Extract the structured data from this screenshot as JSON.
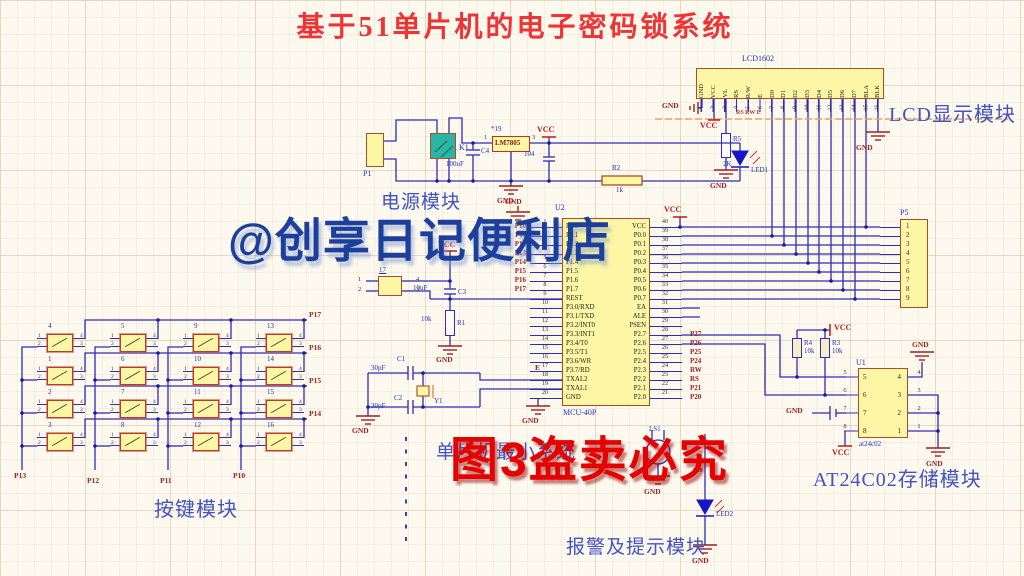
{
  "title": "基于51单片机的电子密码锁系统",
  "watermark": "@创享日记便利店",
  "stamp": "图3盗卖必究",
  "colors": {
    "background": "#fdf9ef",
    "wire": "#2d2db6",
    "component_fill": "#fdf6a4",
    "component_border": "#a84f28",
    "net_label": "#9e2121",
    "power_red": "#c41616",
    "ref_blue": "#2330c0",
    "module_label_blue": "#4253c4",
    "title_red": "#ee3434",
    "watermark_blue": "#1c3f9b",
    "stamp_red": "#e60000",
    "relay_teal": "#2cb5a5",
    "led_blue": "#1616c8",
    "orange_line": "#f2a25c"
  },
  "lcd": {
    "ref": "LCD1602",
    "label": "LCD显示模块",
    "pin_names": [
      "GND",
      "VCC",
      "VL",
      "RS",
      "R/W",
      "E",
      "D0",
      "D1",
      "D2",
      "D3",
      "D4",
      "D5",
      "D6",
      "D7",
      "BLA",
      "BLK"
    ],
    "pin_numbers": [
      "1",
      "2",
      "3",
      "4",
      "5",
      "6",
      "7",
      "8",
      "9",
      "10",
      "11",
      "12",
      "13",
      "14",
      "15",
      "16"
    ],
    "gnd_left": "GND",
    "vcc": "VCC",
    "r5": "R5",
    "r5_val": "2K",
    "gnd_r5": "GND",
    "gnd_right": "GND",
    "ctrl_nets": "RS RW E"
  },
  "p5": {
    "ref": "P5",
    "pins": [
      "1",
      "2",
      "3",
      "4",
      "5",
      "6",
      "7",
      "8",
      "9"
    ]
  },
  "power": {
    "label": "电源模块",
    "p1": "P1",
    "k1": "K1",
    "c4": "C4",
    "c4_val": "100uF",
    "reg": "LM7805",
    "reg_note": "*19",
    "pin_in": "1",
    "pin_out": "3",
    "vcc": "VCC",
    "c5_val": "104",
    "gnd": "GND",
    "r2": "R2",
    "r2_val": "1k",
    "led1": "LED1"
  },
  "reset": {
    "sw_num": "17",
    "p1": "1",
    "p2": "2",
    "p4": "4",
    "p3": "3",
    "vcc": "VCC",
    "c3": "C3",
    "c3_val": "10uF",
    "r1": "R1",
    "r1_val": "10k",
    "gnd": "GND"
  },
  "crystal": {
    "c1": "C1",
    "c1_val": "30pF",
    "c2": "C2",
    "c2_val": "30pF",
    "y1": "Y1",
    "gnd": "GND"
  },
  "mcu": {
    "ref": "U2",
    "part": "MCU-40P",
    "label": "单片机最小系统",
    "gnd_top": "GND",
    "vcc": "VCC",
    "gnd_bottom": "GND",
    "e_net": "E",
    "left_numbers": [
      "1",
      "2",
      "3",
      "4",
      "5",
      "6",
      "7",
      "8",
      "9",
      "10",
      "11",
      "12",
      "13",
      "14",
      "15",
      "16",
      "17",
      "18",
      "19",
      "20"
    ],
    "left_names": [
      "P1.0",
      "P1.1",
      "P1.2",
      "P1.3",
      "P1.4",
      "P1.5",
      "P1.6",
      "P1.7",
      "REST",
      "P3.0/RXD",
      "P3.1/TXD",
      "P3.2/INT0",
      "P3.3/INT1",
      "P3.4/T0",
      "P3.5/T1",
      "P3.6/WR",
      "P3.7/RD",
      "TXAL2",
      "TXAL1",
      "GND"
    ],
    "right_names": [
      "VCC",
      "P0.0",
      "P0.1",
      "P0.2",
      "P0.3",
      "P0.4",
      "P0.5",
      "P0.6",
      "P0.7",
      "EA",
      "ALE",
      "PSEN",
      "P2.7",
      "P2.6",
      "P2.5",
      "P2.4",
      "P2.3",
      "P2.2",
      "P2.1",
      "P2.0"
    ],
    "right_numbers": [
      "40",
      "39",
      "38",
      "37",
      "36",
      "35",
      "34",
      "33",
      "32",
      "31",
      "30",
      "29",
      "28",
      "27",
      "26",
      "25",
      "24",
      "23",
      "22",
      "21"
    ],
    "left_nets": [
      "P10",
      "P11",
      "P12",
      "P13",
      "P14",
      "P15",
      "P16",
      "P17"
    ],
    "right_nets": [
      "P27",
      "P26",
      "P25",
      "P24",
      "RW",
      "RS",
      "P21",
      "P20"
    ]
  },
  "keypad": {
    "label": "按键模块",
    "pin_labels": [
      "1",
      "2",
      "4",
      "3"
    ],
    "buttons": [
      {
        "num": "4"
      },
      {
        "num": "5"
      },
      {
        "num": "9"
      },
      {
        "num": "13"
      },
      {
        "num": "1"
      },
      {
        "num": "6"
      },
      {
        "num": "10"
      },
      {
        "num": "14"
      },
      {
        "num": "2"
      },
      {
        "num": "7"
      },
      {
        "num": "11"
      },
      {
        "num": "15"
      },
      {
        "num": "3"
      },
      {
        "num": "8"
      },
      {
        "num": "12"
      },
      {
        "num": "16"
      }
    ],
    "row_nets": [
      "P17",
      "P16",
      "P15",
      "P14"
    ],
    "col_nets": [
      "P13",
      "P12",
      "P11",
      "P10"
    ]
  },
  "eeprom": {
    "ref": "U1",
    "part": "at24c02",
    "label": "AT24C02存储模块",
    "left_pins": [
      "5",
      "6",
      "7",
      "8"
    ],
    "right_pins": [
      "4",
      "3",
      "2",
      "1"
    ],
    "r4": "R4",
    "r4_val": "10k",
    "r3": "R3",
    "r3_val": "10k",
    "vcc_top": "VCC",
    "vcc_bottom": "VCC",
    "gnd_wp": "GND",
    "gnd_top": "GND",
    "gnd_bottom": "GND"
  },
  "alarm": {
    "label": "报警及提示模块",
    "ls1": "LS1",
    "led2": "LED2",
    "net": "P20",
    "gnd1": "GND",
    "gnd2": "GND"
  }
}
